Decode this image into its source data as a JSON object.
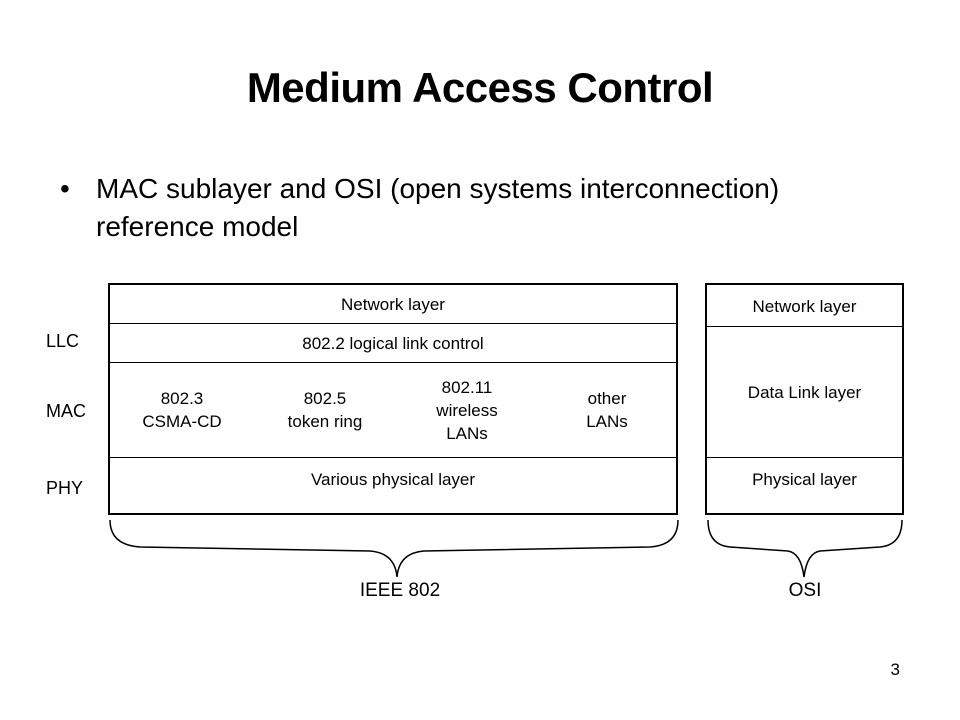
{
  "title": "Medium Access Control",
  "bullet": {
    "marker": "•",
    "text": "MAC sublayer and OSI (open systems interconnection) reference model"
  },
  "side_labels": [
    "LLC",
    "MAC",
    "PHY"
  ],
  "ieee": {
    "network": "Network layer",
    "llc": "802.2 logical link control",
    "mac_cells": [
      {
        "line1": "802.3",
        "line2": "CSMA-CD",
        "line3": ""
      },
      {
        "line1": "802.5",
        "line2": "token ring",
        "line3": ""
      },
      {
        "line1": "802.11",
        "line2": "wireless",
        "line3": "LANs"
      },
      {
        "line1": "other",
        "line2": "LANs",
        "line3": ""
      }
    ],
    "phy": "Various physical layer",
    "caption": "IEEE 802"
  },
  "osi": {
    "network": "Network layer",
    "datalink": "Data Link layer",
    "physical": "Physical layer",
    "caption": "OSI"
  },
  "page_number": "3"
}
